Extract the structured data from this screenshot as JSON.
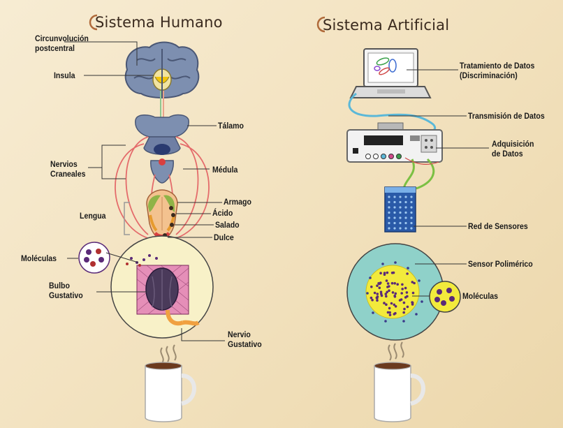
{
  "human": {
    "title": "Sistema Humano",
    "labels": {
      "circunvolucion": "Circunvolución\npostcentral",
      "insula": "Insula",
      "talamo": "Tálamo",
      "nervios_craneales": "Nervios\nCraneales",
      "medula": "Médula",
      "lengua": "Lengua",
      "armago": "Armago",
      "acido": "Ácido",
      "salado": "Salado",
      "dulce": "Dulce",
      "moleculas": "Moléculas",
      "bulbo": "Bulbo\nGustativo",
      "nervio_gustativo": "Nervio\nGustativo"
    }
  },
  "artificial": {
    "title": "Sistema Artificial",
    "labels": {
      "tratamiento": "Tratamiento de Datos\n(Discriminación)",
      "transmision": "Transmisión de Datos",
      "adquisicion": "Adquisición\nde Datos",
      "red": "Red de Sensores",
      "sensor": "Sensor Polimérico",
      "moleculas": "Moléculas"
    }
  },
  "colors": {
    "background": "#f5e6c8",
    "brain": "#7d8fb0",
    "circle_human": "#f8f1c8",
    "circle_sensor": "#8fd1c9",
    "sensor_core": "#f2ea3c",
    "molecule": "#5a2a78",
    "nerve": "#e04a4a"
  }
}
